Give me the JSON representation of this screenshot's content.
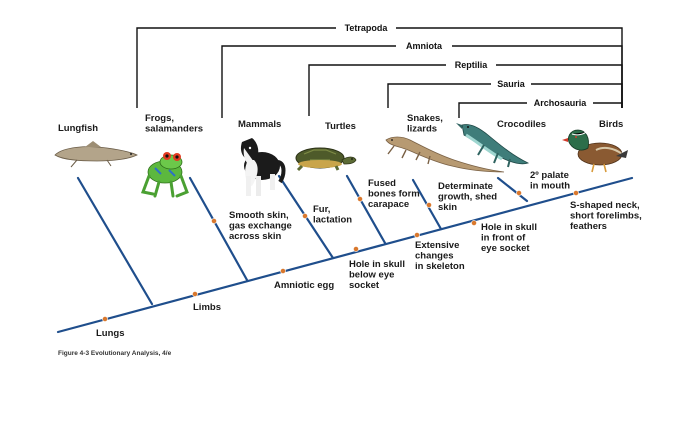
{
  "clades": [
    {
      "id": "tetrapoda",
      "label": "Tetrapoda"
    },
    {
      "id": "amniota",
      "label": "Amniota"
    },
    {
      "id": "reptilia",
      "label": "Reptilia"
    },
    {
      "id": "sauria",
      "label": "Sauria"
    },
    {
      "id": "archosauria",
      "label": "Archosauria"
    }
  ],
  "taxa": [
    {
      "id": "lungfish",
      "label": "Lungfish",
      "icon": "lungfish-icon"
    },
    {
      "id": "frogs",
      "label": "Frogs,\nsalamanders",
      "icon": "frog-icon"
    },
    {
      "id": "mammals",
      "label": "Mammals",
      "icon": "dog-icon"
    },
    {
      "id": "turtles",
      "label": "Turtles",
      "icon": "turtle-icon"
    },
    {
      "id": "snakes",
      "label": "Snakes,\nlizards",
      "icon": "lizard-icon"
    },
    {
      "id": "crocodiles",
      "label": "Crocodiles",
      "icon": "crocodile-icon"
    },
    {
      "id": "birds",
      "label": "Birds",
      "icon": "duck-icon"
    }
  ],
  "traits": [
    {
      "id": "lungs",
      "label": "Lungs"
    },
    {
      "id": "limbs",
      "label": "Limbs"
    },
    {
      "id": "amniotic-egg",
      "label": "Amniotic egg"
    },
    {
      "id": "smooth-skin",
      "label": "Smooth skin,\ngas exchange\nacross skin"
    },
    {
      "id": "fur",
      "label": "Fur,\nlactation"
    },
    {
      "id": "hole-below",
      "label": "Hole in skull\nbelow eye\nsocket"
    },
    {
      "id": "fused-bones",
      "label": "Fused\nbones form\ncarapace"
    },
    {
      "id": "extensive",
      "label": "Extensive\nchanges\nin skeleton"
    },
    {
      "id": "determinate",
      "label": "Determinate\ngrowth, shed\nskin"
    },
    {
      "id": "hole-front",
      "label": "Hole in skull\nin front of\neye socket"
    },
    {
      "id": "palate",
      "label": "2º palate\nin mouth"
    },
    {
      "id": "s-neck",
      "label": "S-shaped neck,\nshort forelimbs,\nfeathers"
    }
  ],
  "caption": "Figure 4-3  Evolutionary Analysis, 4/e",
  "colors": {
    "branch": "#1f4e8c",
    "marker": "#d9782d",
    "bracket": "#111111"
  }
}
